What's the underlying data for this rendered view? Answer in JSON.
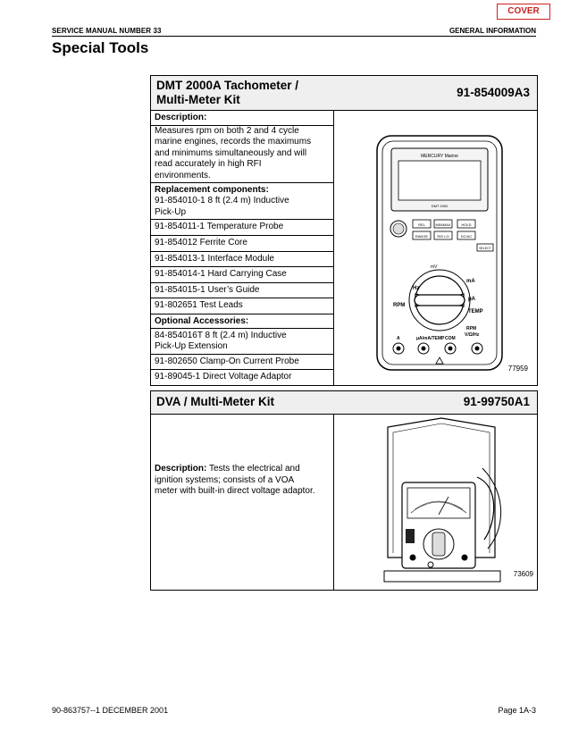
{
  "cover_label": "COVER",
  "header": {
    "left": "SERVICE MANUAL NUMBER 33",
    "right": "GENERAL INFORMATION"
  },
  "page_title": "Special Tools",
  "tools": [
    {
      "name_line1": "DMT 2000A Tachometer /",
      "name_line2": "Multi-Meter Kit",
      "part_number": "91-854009A3",
      "description_label": "Description:",
      "description": [
        "Measures rpm on both 2 and 4 cycle",
        "marine engines, records the maximums",
        "and minimums simultaneously and will",
        "read accurately in high RFI",
        "environments."
      ],
      "replacement_label": "Replacement components:",
      "replacement_items": [
        [
          "91-854010-1 8 ft (2.4 m) Inductive",
          "Pick-Up"
        ],
        [
          "91-854011-1 Temperature Probe"
        ],
        [
          "91-854012 Ferrite Core"
        ],
        [
          "91-854013-1 Interface Module"
        ],
        [
          "91-854014-1 Hard Carrying Case"
        ],
        [
          "91-854015-1 User’s Guide"
        ],
        [
          "91-802651 Test Leads"
        ]
      ],
      "optional_label": "Optional Accessories:",
      "optional_items": [
        [
          "84-854016T 8 ft (2.4 m) Inductive",
          "Pick-Up Extension"
        ],
        [
          "91-802650 Clamp-On Current Probe"
        ],
        [
          "91-89045-1 Direct Voltage Adaptor"
        ]
      ],
      "figure_number": "77959",
      "figure_labels": {
        "brand": "MERCURY Marine",
        "model": "DMT 2000",
        "btn1": "REL",
        "btn2": "MIN/MAX",
        "btn3": "HOLD",
        "btn4": "RANGE",
        "btn5": "DC/AC",
        "btn6": "R/D LO",
        "btn7": "SELECT",
        "hz": "Hz",
        "ma": "mA",
        "rpm": "RPM",
        "ua": "μA",
        "temp": "TEMP",
        "mv": "mV",
        "rpm_v": "RPM",
        "vhz": "V/Ω/Hz",
        "jack_a": "A",
        "jack_temp": "μA/mA/TEMP",
        "jack_com": "COM"
      }
    },
    {
      "name": "DVA / Multi-Meter Kit",
      "part_number": "91-99750A1",
      "description_label": "Description:",
      "description_first": " Tests the electrical and",
      "description": [
        "ignition systems; consists of a VOA",
        "meter with built-in direct voltage adaptor."
      ],
      "figure_number": "73609"
    }
  ],
  "footer": {
    "left": "90-863757--1   DECEMBER 2001",
    "right": "Page 1A-3"
  }
}
